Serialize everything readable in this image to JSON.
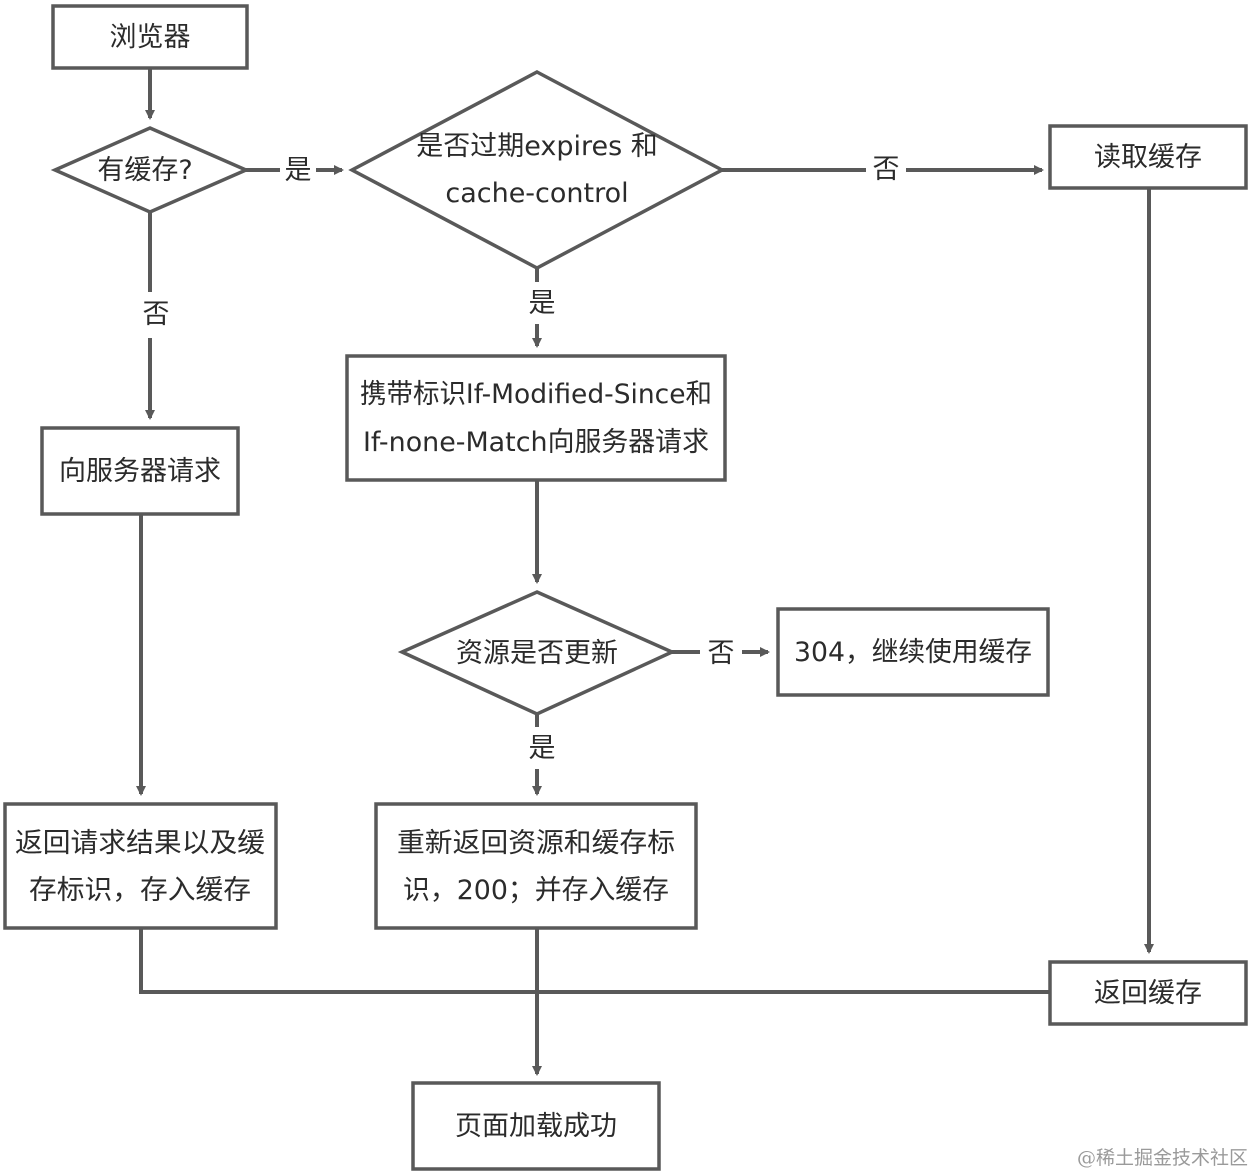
{
  "nodes": {
    "browser": "浏览器",
    "has_cache": "有缓存?",
    "expired_line1": "是否过期expires 和",
    "expired_line2": "cache-control",
    "read_cache": "读取缓存",
    "request_server": "向服务器请求",
    "conditional_line1": "携带标识If-Modified-Since和",
    "conditional_line2": "If-none-Match向服务器请求",
    "resource_updated": "资源是否更新",
    "not_modified": "304，继续使用缓存",
    "return_result_line1": "返回请求结果以及缓",
    "return_result_line2": "存标识，存入缓存",
    "resend_line1": "重新返回资源和缓存标",
    "resend_line2": "识，200；并存入缓存",
    "return_cache": "返回缓存",
    "page_loaded": "页面加载成功"
  },
  "edges": {
    "yes": "是",
    "no": "否"
  },
  "watermark": "@稀土掘金技术社区",
  "colors": {
    "stroke": "#595959",
    "text": "#2b2b2b",
    "background": "#ffffff"
  }
}
